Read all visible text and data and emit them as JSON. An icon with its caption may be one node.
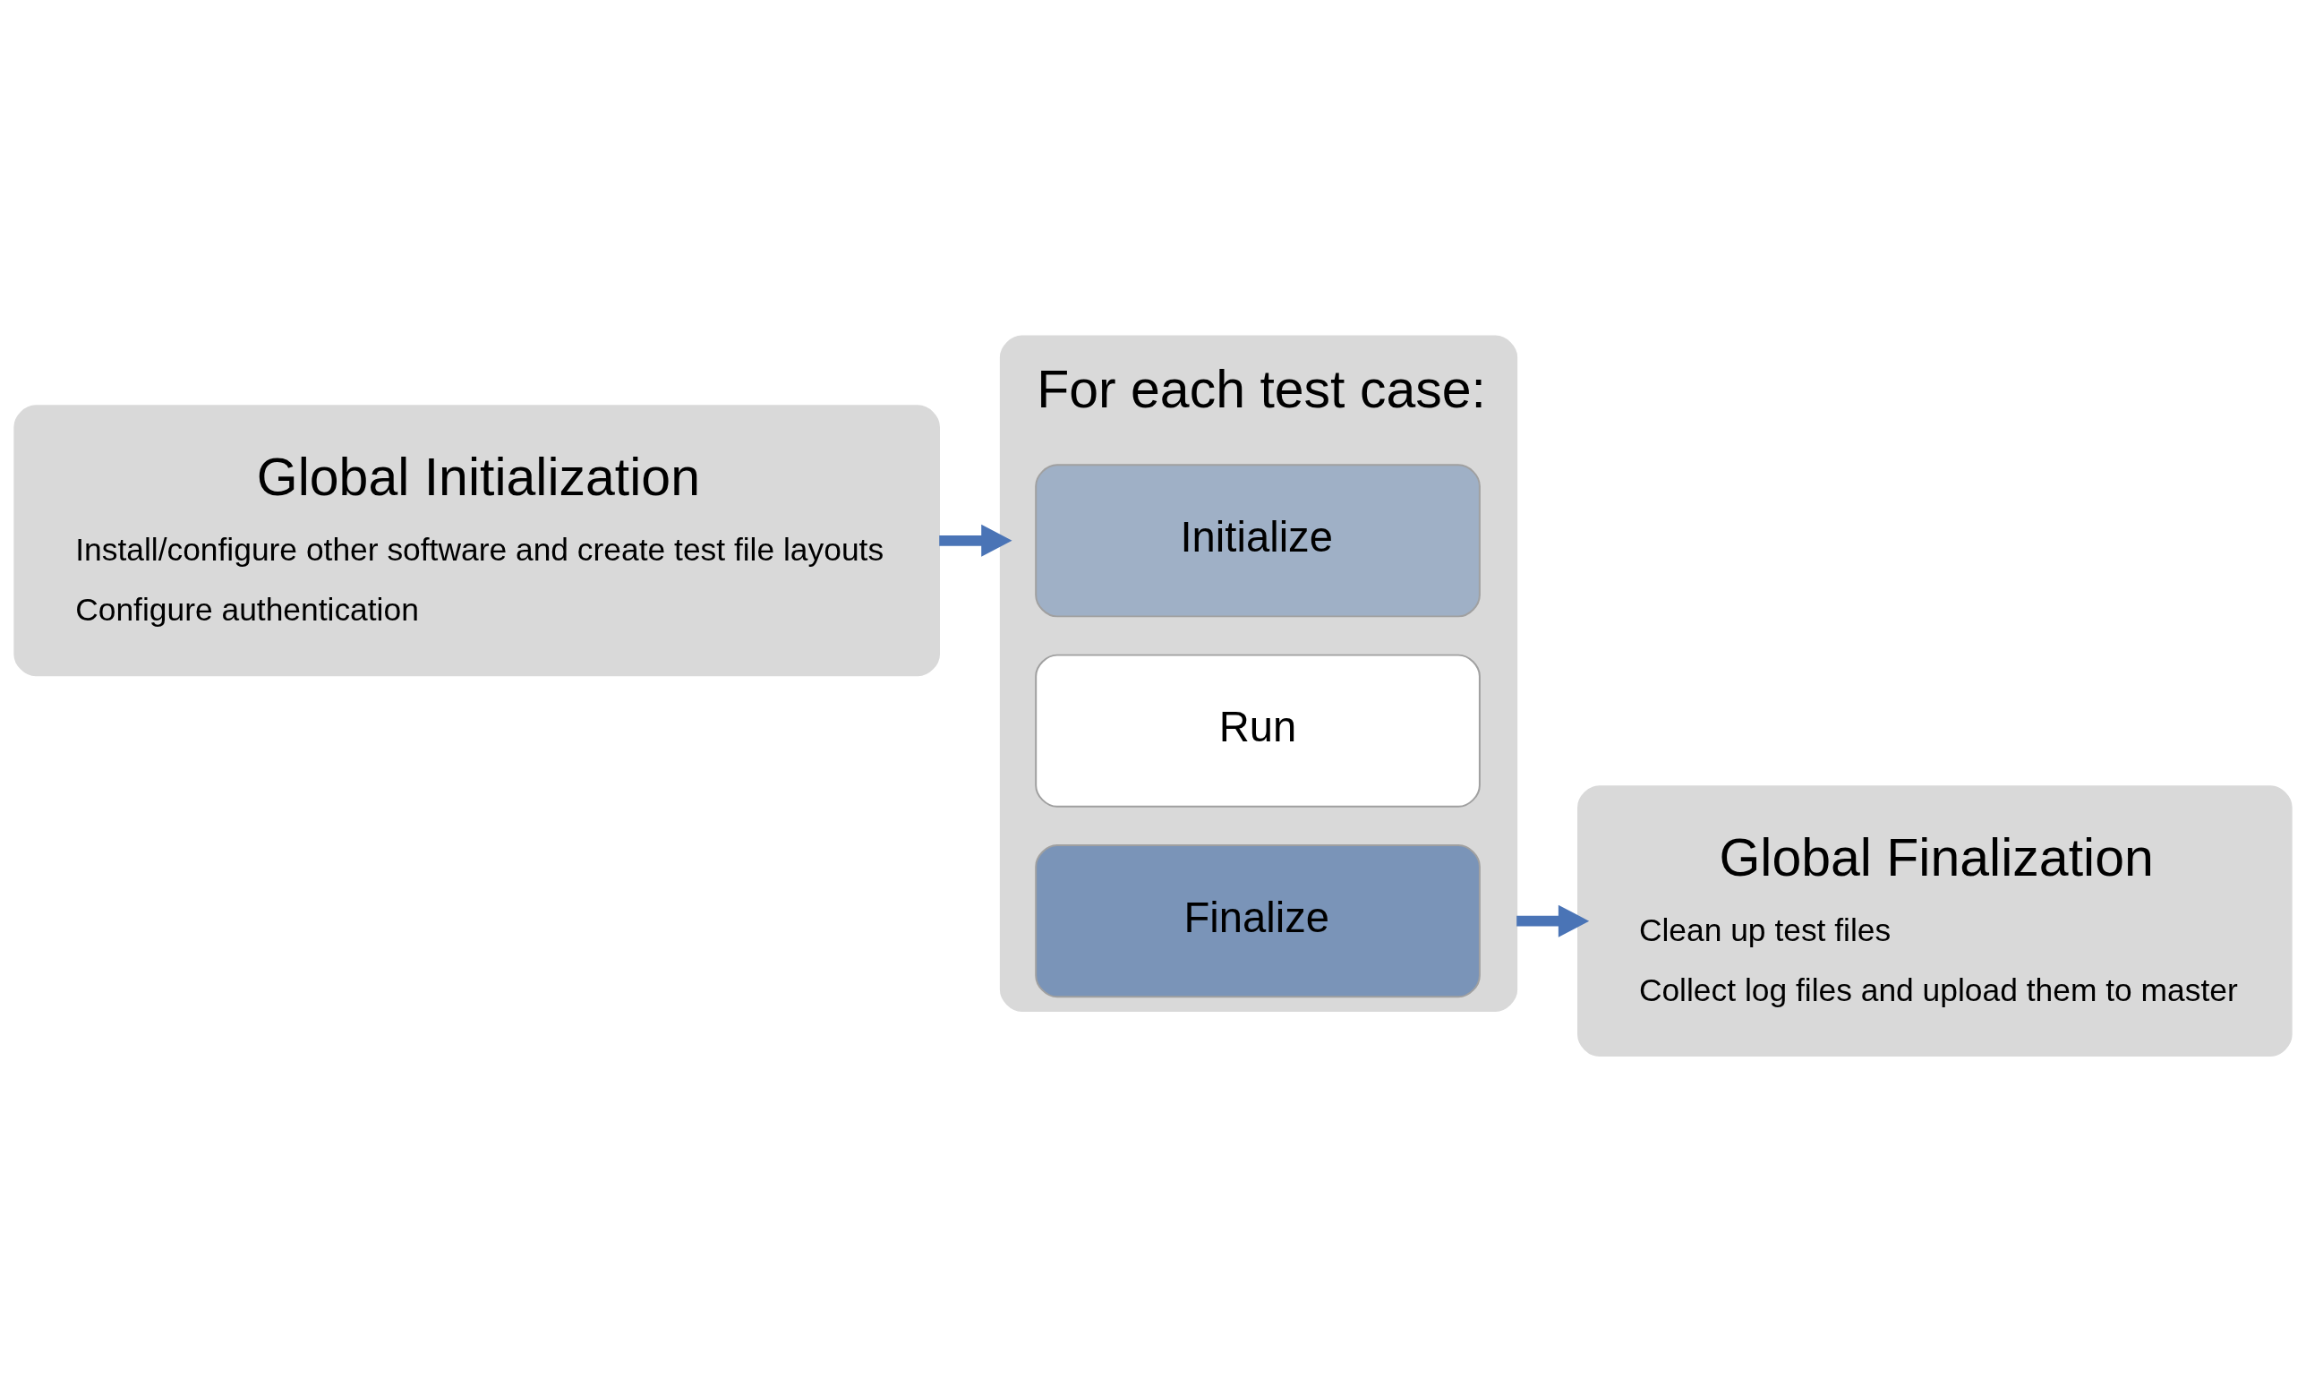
{
  "diagram": {
    "nodes": [
      {
        "text": [
          "Global Initialization",
          "Install/configure other software and create test file layouts",
          "Configure authentication"
        ]
      },
      {
        "text": [
          "For each test case:"
        ]
      },
      {
        "text": [
          "Global Finalization",
          "Clean up test files",
          "Collect log files and upload them to master"
        ]
      },
      {
        "text": [
          "Initialize"
        ],
        "in": 1
      },
      {
        "text": [
          "Run"
        ],
        "in": 1
      },
      {
        "text": [
          "Finalize"
        ],
        "in": 1
      }
    ],
    "edges": [
      {
        "from": 0,
        "to": 1,
        "arrow": "to"
      },
      {
        "from": 1,
        "to": 2,
        "arrow": "to"
      }
    ]
  }
}
